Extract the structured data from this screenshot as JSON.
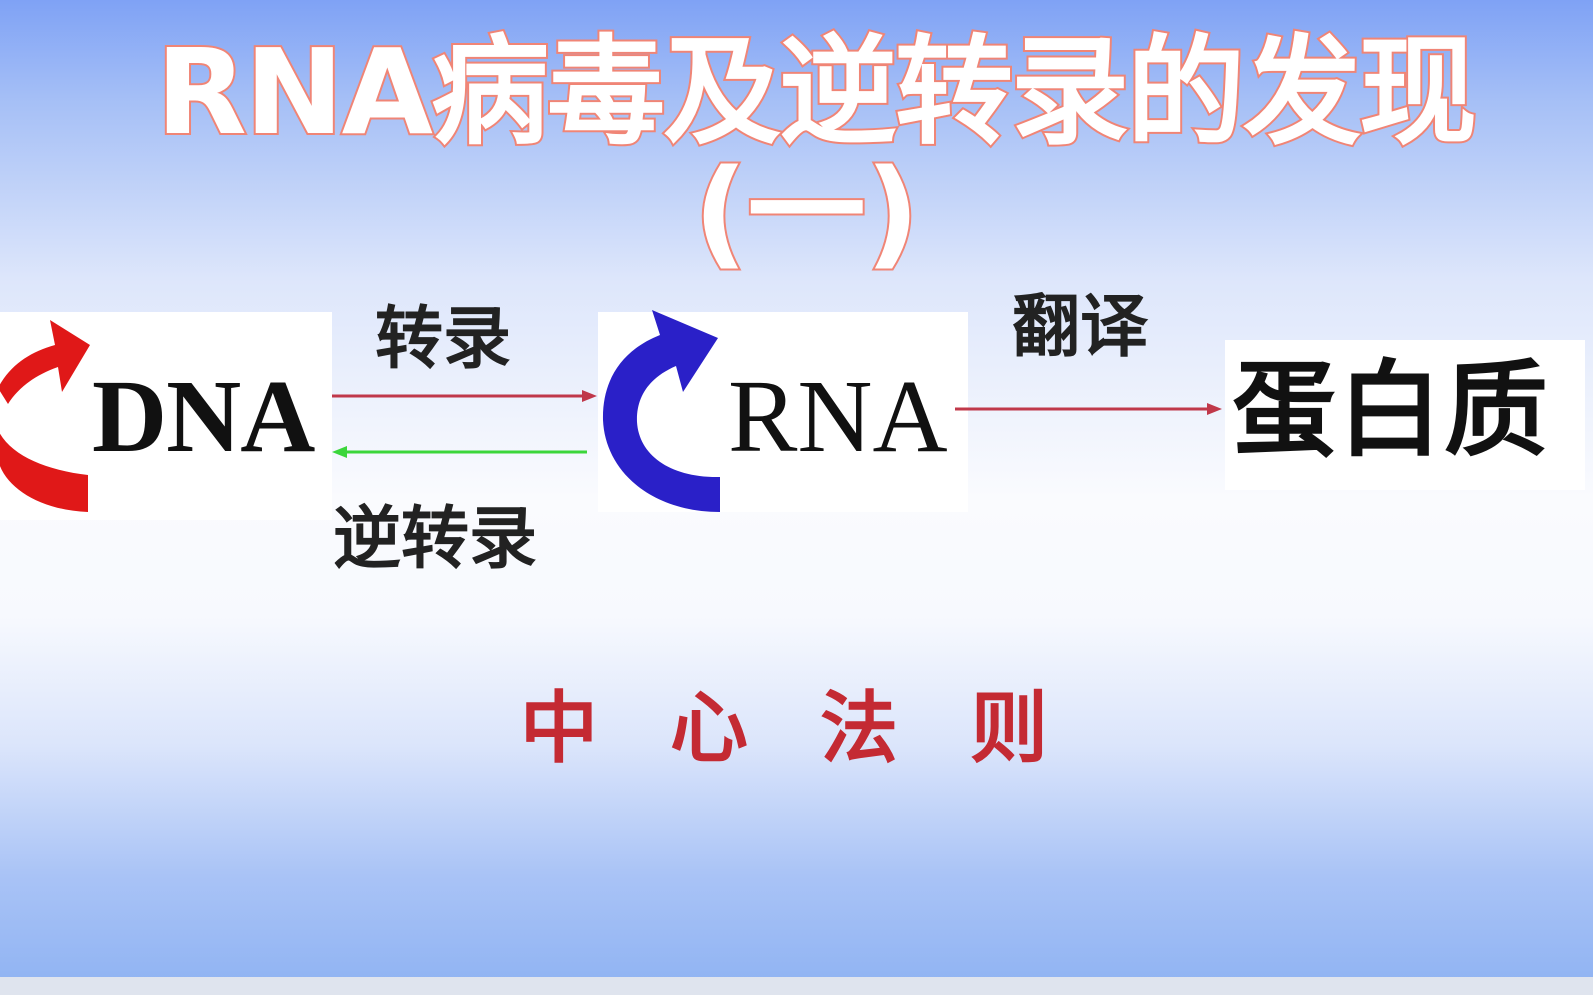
{
  "title": {
    "line1": "RNA病毒及逆转录的发现",
    "line2": "(一)"
  },
  "diagram": {
    "nodes": {
      "dna": "DNA",
      "rna": "RNA",
      "protein": "蛋白质"
    },
    "labels": {
      "transcription": "转录",
      "reverse_transcription": "逆转录",
      "translation": "翻译"
    },
    "caption": "中心法则",
    "colors": {
      "dna_self_arrow": "#e01818",
      "rna_self_arrow": "#2a20c8",
      "forward_arrow": "#c0384a",
      "reverse_arrow": "#3bd63b",
      "caption": "#c42a33",
      "title_outline": "#f08576"
    }
  }
}
